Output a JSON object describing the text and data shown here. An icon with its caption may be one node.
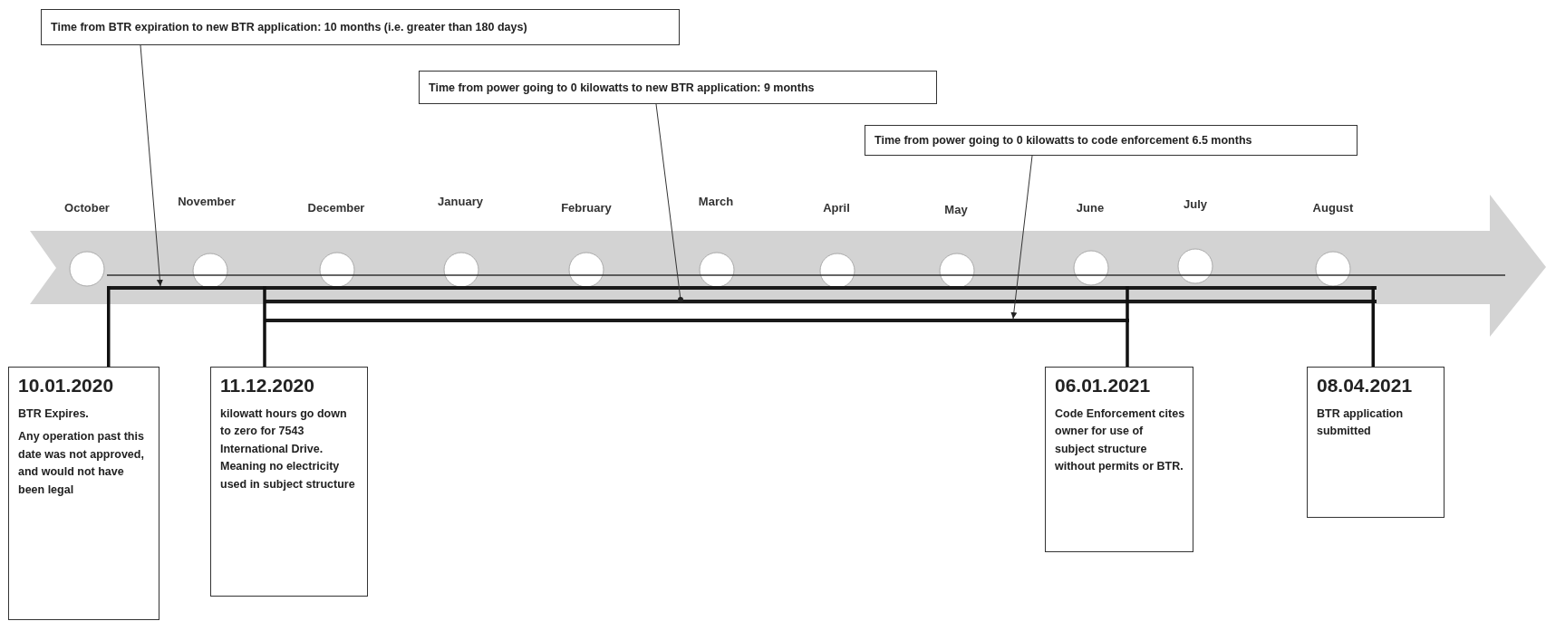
{
  "diagram": {
    "nodes": [
      {
        "text": [
          "Time from BTR expiration to new BTR application: 10 months (i.e. greater than 180 days)"
        ]
      },
      {
        "text": [
          "Time from power going to 0 kilowatts to new BTR application: 9 months"
        ]
      },
      {
        "text": [
          "Time from power going to 0 kilowatts to code enforcement 6.5 months"
        ]
      },
      {
        "text": [],
        "shape": "bar"
      },
      {
        "text": [],
        "shape": "bar"
      },
      {
        "text": [],
        "shape": "bar"
      },
      {
        "text": [
          "10.01.2020",
          "BTR Expires.",
          "Any operation past this date was not approved, and would not have been legal"
        ]
      },
      {
        "text": [
          "11.12.2020",
          "kilowatt hours go down to zero for 7543 International Drive. Meaning no electricity used in subject structure"
        ]
      },
      {
        "text": [
          "06.01.2021",
          "Code Enforcement cites owner for use of subject structure without permits or BTR."
        ]
      },
      {
        "text": [
          "08.04.2021",
          "BTR application submitted"
        ]
      }
    ],
    "edges": [
      {
        "from": 0,
        "to": 3,
        "arrow": "to"
      },
      {
        "from": 1,
        "to": 4,
        "arrow": "other"
      },
      {
        "from": 2,
        "to": 5,
        "arrow": "to"
      },
      {
        "from": 3,
        "to": 6,
        "arrow": "none"
      },
      {
        "from": 3,
        "to": 7,
        "arrow": "none"
      },
      {
        "from": 3,
        "to": 8,
        "arrow": "none"
      },
      {
        "from": 3,
        "to": 9,
        "arrow": "none"
      }
    ],
    "labels": [
      "October",
      "November",
      "December",
      "January",
      "February",
      "March",
      "April",
      "May",
      "June",
      "July",
      "August"
    ]
  }
}
